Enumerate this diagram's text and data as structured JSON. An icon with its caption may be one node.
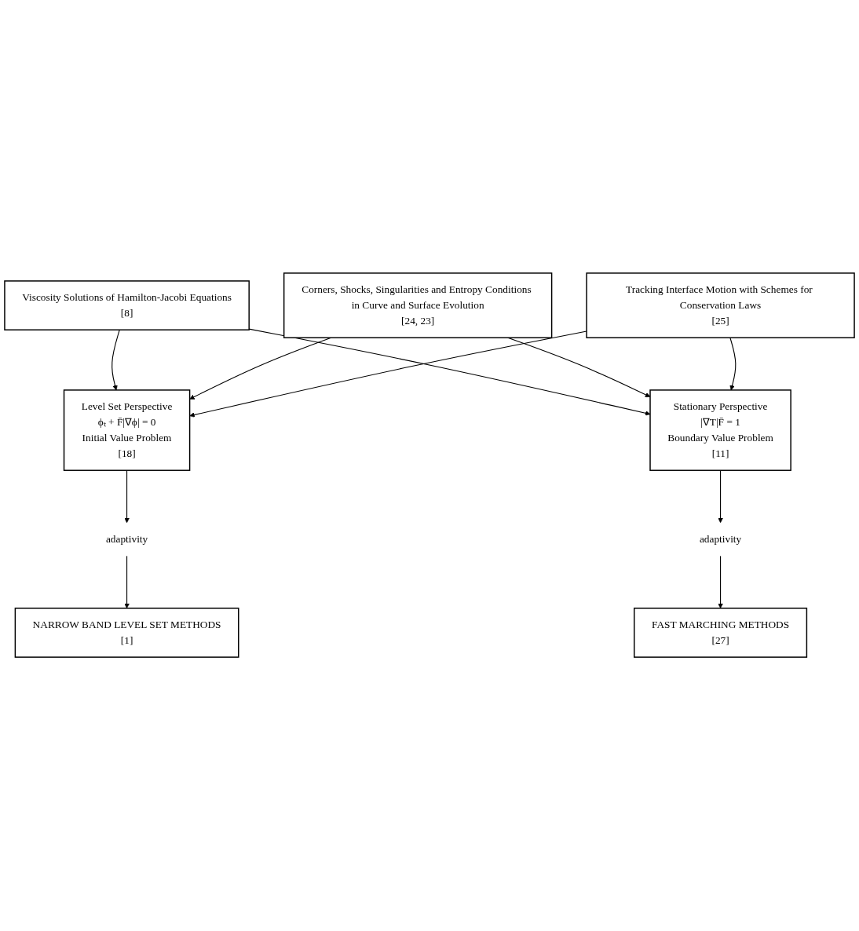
{
  "diagram": {
    "nodes": [
      {
        "text": [
          "Viscosity Solutions of Hamilton-Jacobi Equations",
          "[8]"
        ]
      },
      {
        "text": [
          "Corners, Shocks, Singularities and Entropy Conditions in Curve and Surface Evolution",
          "[24, 23]"
        ]
      },
      {
        "text": [
          "Tracking Interface Motion with Schemes for Conservation Laws",
          "[25]"
        ]
      },
      {
        "text": [
          "Level Set Perspective",
          "ϕₜ + F̄|∇ϕ| = 0",
          "Initial Value Problem",
          "[18]"
        ]
      },
      {
        "text": [
          "Stationary Perspective",
          "|∇T|F̄ = 1",
          "Boundary Value Problem",
          "[11]"
        ]
      },
      {
        "text": [
          "adaptivity"
        ]
      },
      {
        "text": [
          "adaptivity"
        ]
      },
      {
        "text": [
          "NARROW BAND LEVEL SET METHODS",
          "[1]"
        ]
      },
      {
        "text": [
          "FAST MARCHING METHODS",
          "[27]"
        ]
      }
    ],
    "edges": [
      {
        "from": 0,
        "to": 3,
        "arrow": "to"
      },
      {
        "from": 0,
        "to": 4,
        "arrow": "to"
      },
      {
        "from": 1,
        "to": 3,
        "arrow": "to"
      },
      {
        "from": 1,
        "to": 4,
        "arrow": "to"
      },
      {
        "from": 2,
        "to": 3,
        "arrow": "to"
      },
      {
        "from": 2,
        "to": 4,
        "arrow": "to"
      },
      {
        "from": 3,
        "to": 5,
        "arrow": "to"
      },
      {
        "from": 5,
        "to": 7,
        "arrow": "to"
      },
      {
        "from": 4,
        "to": 6,
        "arrow": "to"
      },
      {
        "from": 6,
        "to": 8,
        "arrow": "to"
      }
    ]
  }
}
